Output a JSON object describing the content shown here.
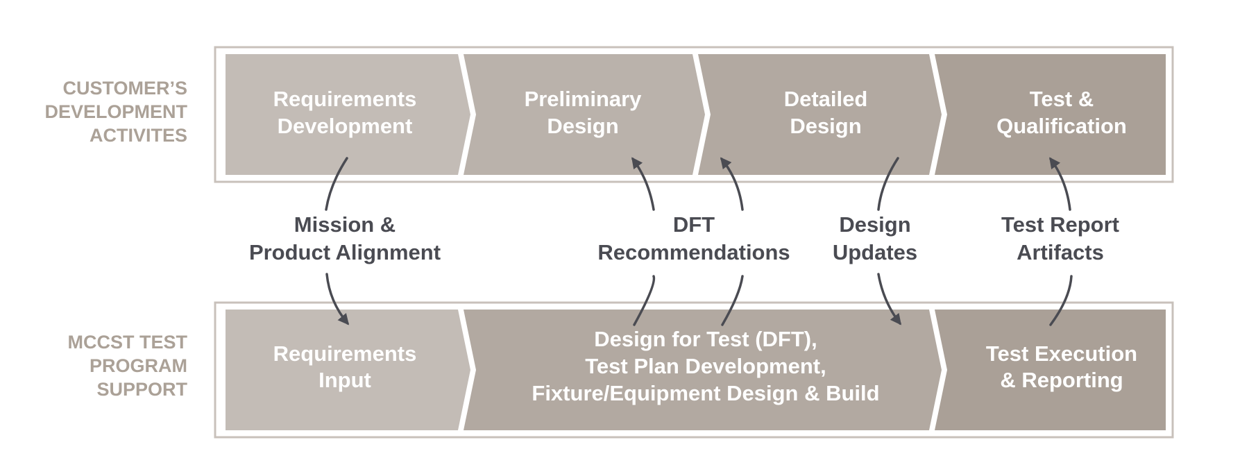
{
  "row_labels": {
    "customer": [
      "CUSTOMER’S",
      "DEVELOPMENT",
      "ACTIVITES"
    ],
    "mccst": [
      "MCCST TEST",
      "PROGRAM",
      "SUPPORT"
    ]
  },
  "customer_phases": [
    {
      "lines": [
        "Requirements",
        "Development"
      ],
      "color": "#c3bcb6"
    },
    {
      "lines": [
        "Preliminary",
        "Design"
      ],
      "color": "#bab2ab"
    },
    {
      "lines": [
        "Detailed",
        "Design"
      ],
      "color": "#b2a9a1"
    },
    {
      "lines": [
        "Test &",
        "Qualification"
      ],
      "color": "#aaa097"
    }
  ],
  "support_phases": [
    {
      "lines": [
        "Requirements",
        "Input"
      ],
      "color": "#c3bcb6"
    },
    {
      "lines": [
        "Design for Test (DFT),",
        "Test Plan Development,",
        "Fixture/Equipment Design & Build"
      ],
      "color": "#b2a9a1"
    },
    {
      "lines": [
        "Test Execution",
        "& Reporting"
      ],
      "color": "#aaa097"
    }
  ],
  "connectors": [
    {
      "lines": [
        "Mission &",
        "Product Alignment"
      ]
    },
    {
      "lines": [
        "DFT",
        "Recommendations"
      ]
    },
    {
      "lines": [
        "Design",
        "Updates"
      ]
    },
    {
      "lines": [
        "Test Report",
        "Artifacts"
      ]
    }
  ],
  "colors": {
    "frame_border": "#c8c1bb",
    "row_label": "#aba197",
    "phase_text": "#ffffff",
    "connector_text": "#4a4b52",
    "arrow": "#4a4b52"
  }
}
